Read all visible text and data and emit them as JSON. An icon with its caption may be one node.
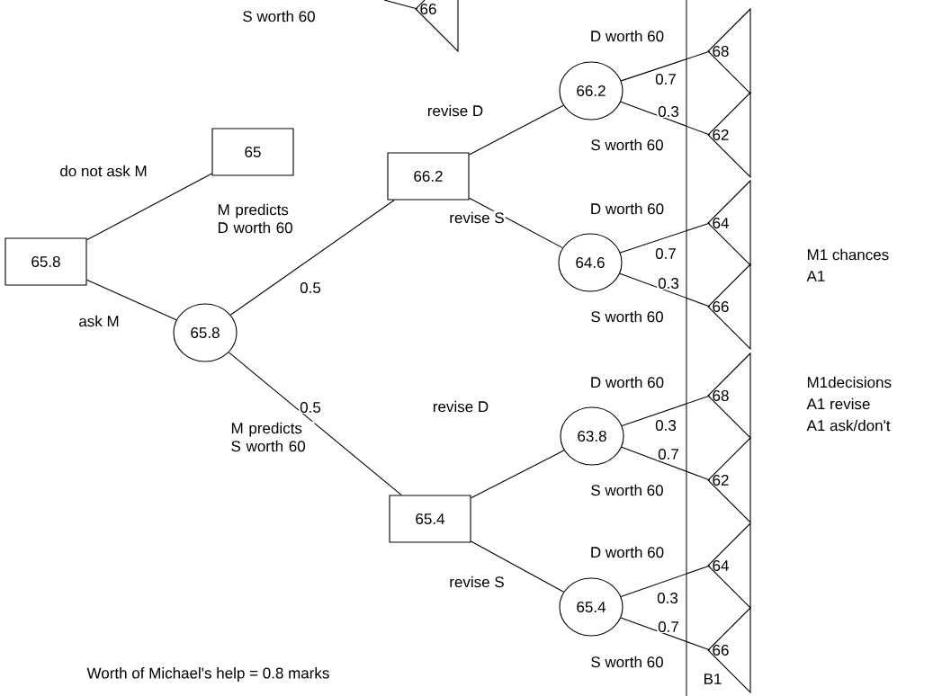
{
  "diagram": {
    "nodes": [
      {
        "text": [
          "65.8"
        ]
      },
      {
        "text": [
          "65"
        ]
      },
      {
        "text": [
          "65.8"
        ]
      },
      {
        "text": [
          "66.2"
        ]
      },
      {
        "text": [
          "65.4"
        ]
      },
      {
        "text": [
          "66.2"
        ]
      },
      {
        "text": [
          "64.6"
        ]
      },
      {
        "text": [
          "63.8"
        ]
      },
      {
        "text": [
          "65.4"
        ]
      },
      {
        "text": [
          "68"
        ]
      },
      {
        "text": [
          "62"
        ]
      },
      {
        "text": [
          "64"
        ]
      },
      {
        "text": [
          "66"
        ]
      },
      {
        "text": [
          "68"
        ]
      },
      {
        "text": [
          "62"
        ]
      },
      {
        "text": [
          "64"
        ]
      },
      {
        "text": [
          "66"
        ]
      },
      {
        "text": [
          "66"
        ]
      }
    ],
    "edges": [
      {
        "from": 0,
        "to": 1,
        "arrow": "none",
        "label": "do not ask M"
      },
      {
        "from": 0,
        "to": 2,
        "arrow": "none",
        "label": "ask M"
      },
      {
        "from": 2,
        "to": 3,
        "arrow": "none",
        "label": "0.5"
      },
      {
        "from": 2,
        "to": 4,
        "arrow": "none",
        "label": "0.5"
      },
      {
        "from": 3,
        "to": 5,
        "arrow": "none",
        "label": "revise D"
      },
      {
        "from": 3,
        "to": 6,
        "arrow": "none",
        "label": "revise S"
      },
      {
        "from": 4,
        "to": 7,
        "arrow": "none",
        "label": "revise D"
      },
      {
        "from": 4,
        "to": 8,
        "arrow": "none",
        "label": "revise S"
      },
      {
        "from": 5,
        "to": 9,
        "arrow": "none",
        "label": "0.7"
      },
      {
        "from": 5,
        "to": 10,
        "arrow": "none",
        "label": "0.3"
      },
      {
        "from": 6,
        "to": 11,
        "arrow": "none",
        "label": "0.7"
      },
      {
        "from": 6,
        "to": 12,
        "arrow": "none",
        "label": "0.3"
      },
      {
        "from": 7,
        "to": 13,
        "arrow": "none",
        "label": "0.3"
      },
      {
        "from": 7,
        "to": 14,
        "arrow": "none",
        "label": "0.7"
      },
      {
        "from": 8,
        "to": 15,
        "arrow": "none",
        "label": "0.3"
      },
      {
        "from": 8,
        "to": 16,
        "arrow": "none",
        "label": "0.7"
      },
      {
        "from": null,
        "to": 17,
        "arrow": "none"
      }
    ],
    "labels": [
      "S worth 60",
      "D worth 60",
      "M predicts D worth 60",
      "S worth 60",
      "D worth 60",
      "M1 chances",
      "A1",
      "S worth 60",
      "D worth 60",
      "M1decisions",
      "A1 revise",
      "A1 ask/don't",
      "M predicts S worth 60",
      "S worth 60",
      "D worth 60",
      "S worth 60",
      "B1",
      "Worth of Michael's help = 0.8 marks"
    ]
  }
}
